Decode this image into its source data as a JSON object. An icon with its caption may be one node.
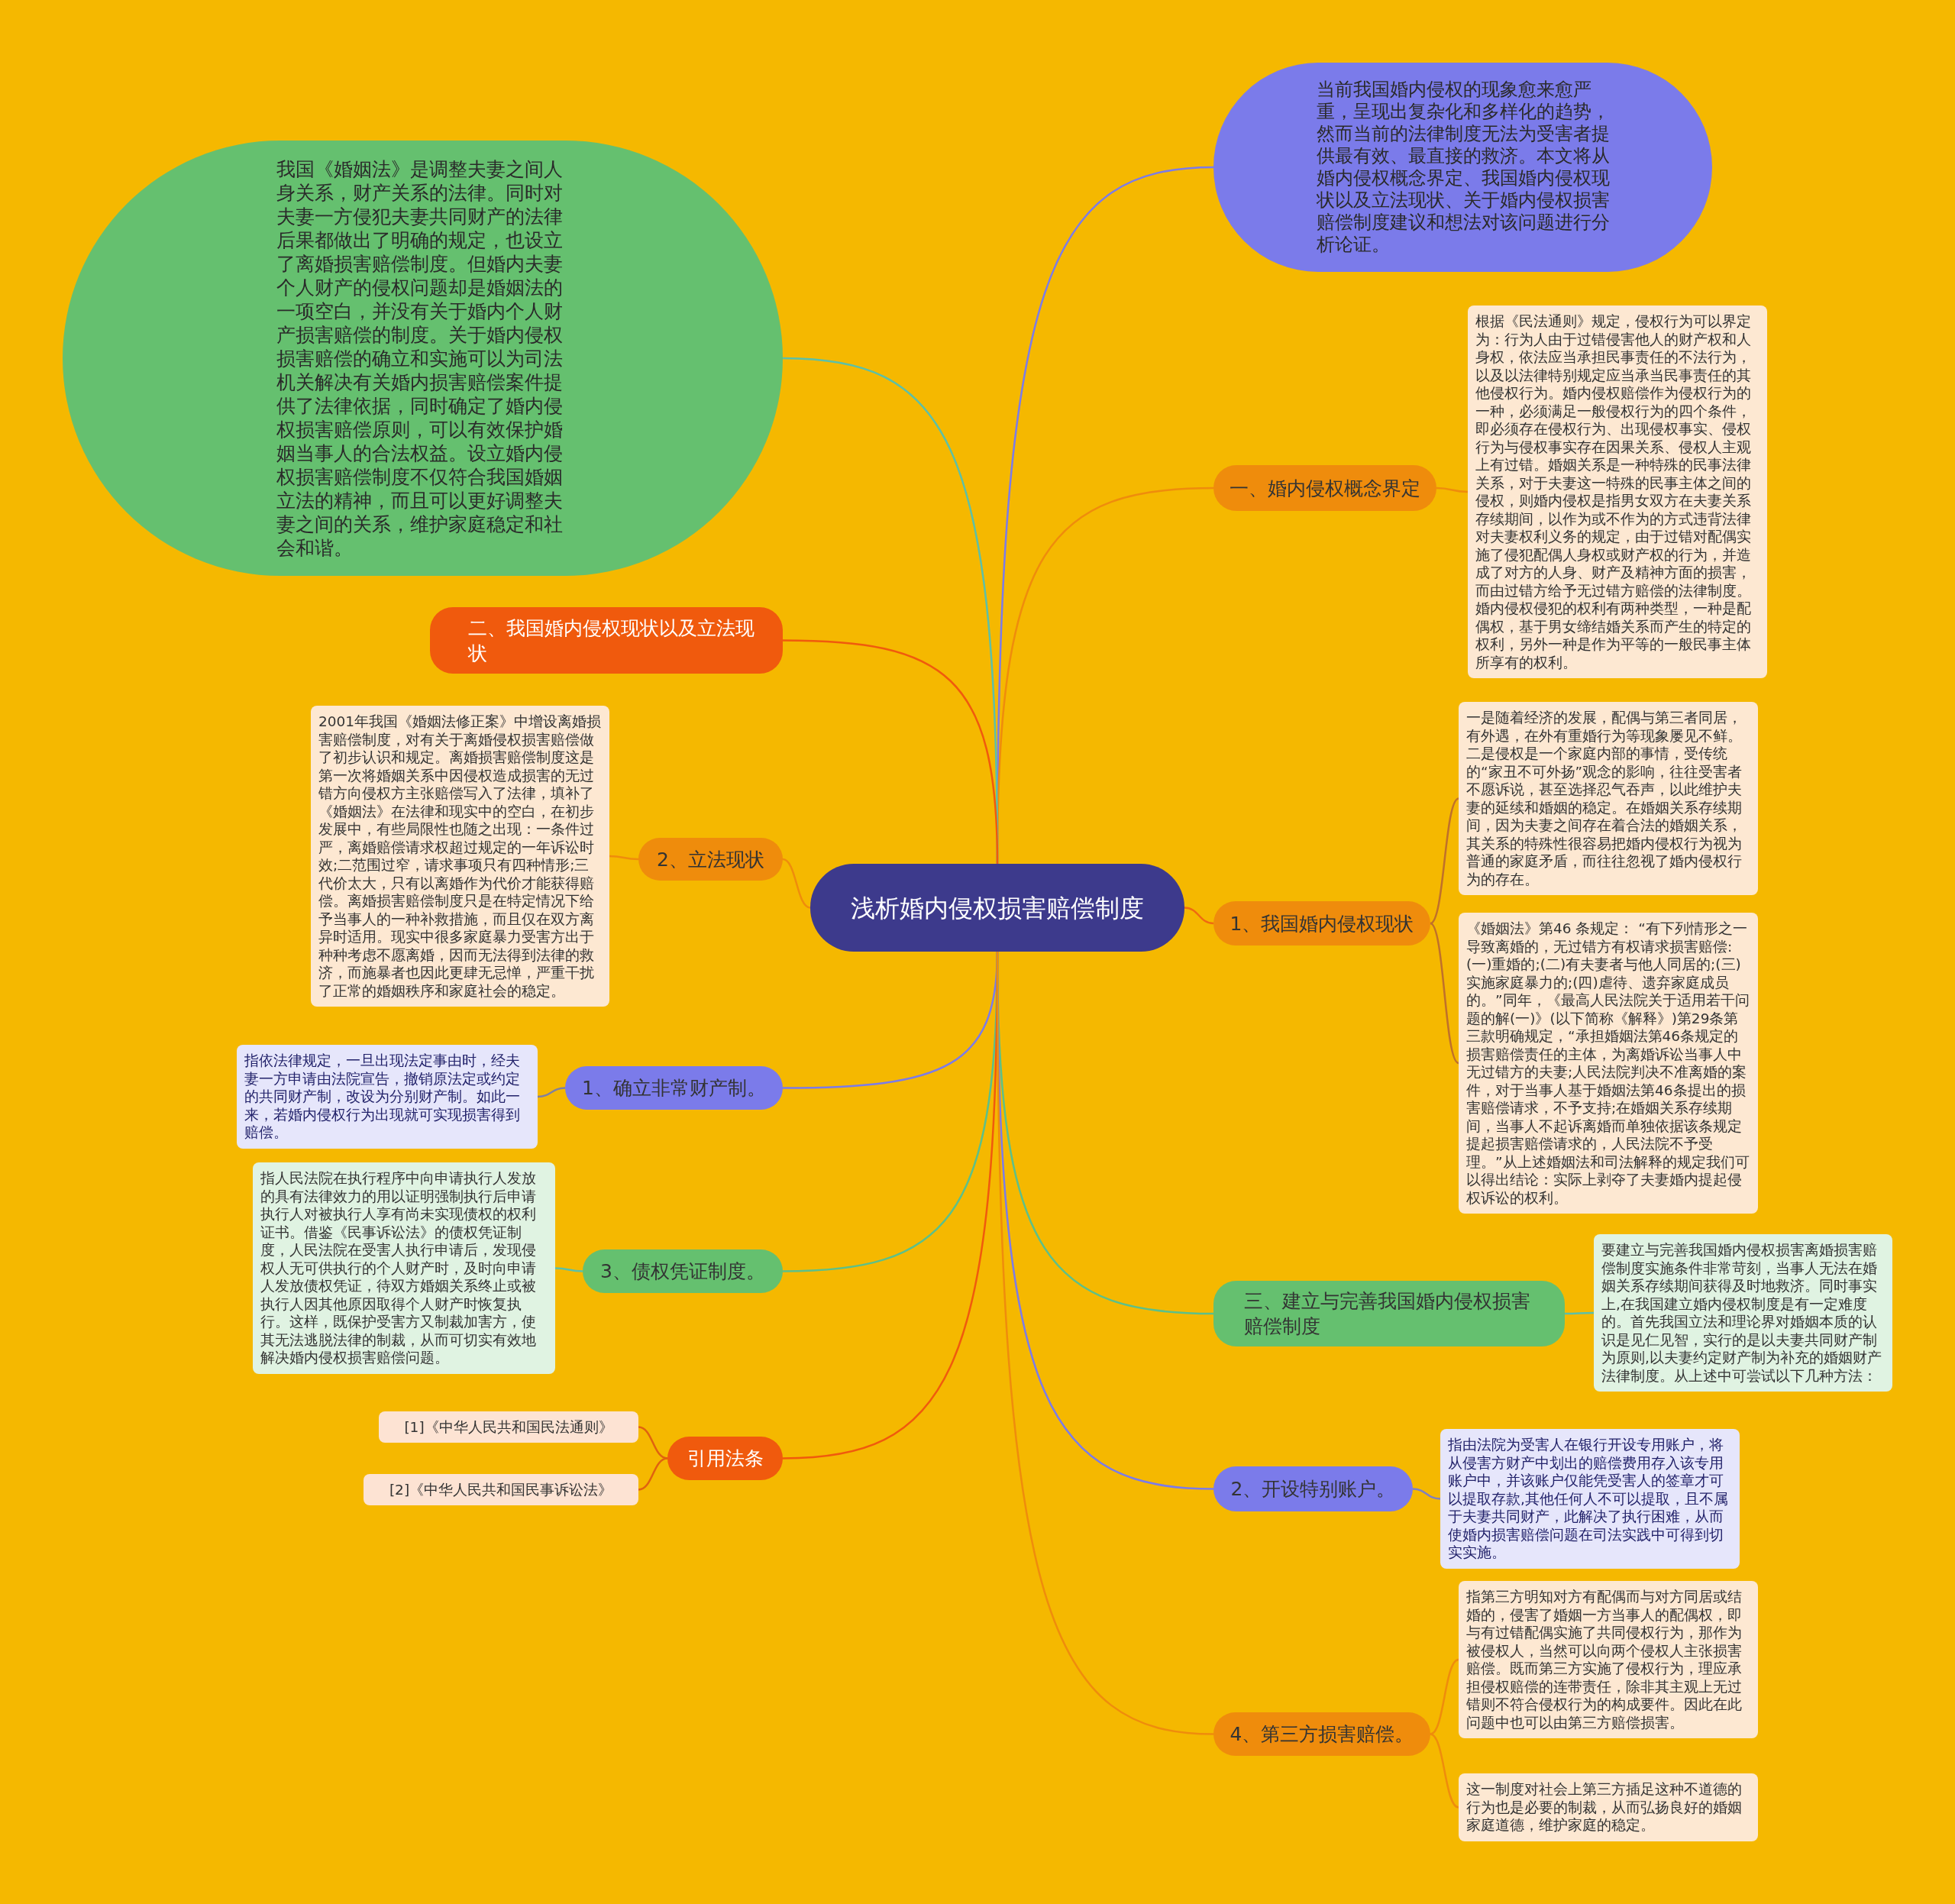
{
  "diagram": {
    "nodes": [
      {
        "text": [
          "浅析婚内侵权损害赔偿制度"
        ]
      },
      {
        "text": [
          "当前我国婚内侵权的现象愈来愈严重，呈现出复杂化和多样化的趋势，然而当前的法律制度无法为受害者提供最有效、最直接的救济。本文将从婚内侵权概念界定、我国婚内侵权现状以及立法现状、关于婚内侵权损害赔偿制度建议和想法对该问题进行分析论证。"
        ]
      },
      {
        "text": [
          "一、婚内侵权概念界定"
        ]
      },
      {
        "text": [
          "根据《民法通则》规定，侵权行为可以界定为：行为人由于过错侵害他人的财产权和人身权，依法应当承担民事责任的不法行为，以及以法律特别规定应当承当民事责任的其他侵权行为。婚内侵权赔偿作为侵权行为的一种，必须满足一般侵权行为的四个条件，即必须存在侵权行为、出现侵权事实、侵权行为与侵权事实存在因果关系、侵权人主观上有过错。婚姻关系是一种特殊的民事法律关系，对于夫妻这一特殊的民事主体之间的侵权，则婚内侵权是指男女双方在夫妻关系存续期间，以作为或不作为的方式违背法律对夫妻权利义务的规定，由于过错对配偶实施了侵犯配偶人身权或财产权的行为，并造成了对方的人身、财产及精神方面的损害，而由过错方给予无过错方赔偿的法律制度。婚内侵权侵犯的权利有两种类型，一种是配偶权，基于男女缔结婚关系而产生的特定的权利，另外一种是作为平等的一般民事主体所享有的权利。"
        ]
      },
      {
        "text": [
          "我国《婚姻法》是调整夫妻之间人身关系，财产关系的法律。同时对夫妻一方侵犯夫妻共同财产的法律后果都做出了明确的规定，也设立了离婚损害赔偿制度。但婚内夫妻个人财产的侵权问题却是婚姻法的一项空白，并没有关于婚内个人财产损害赔偿的制度。关于婚内侵权损害赔偿的确立和实施可以为司法机关解决有关婚内损害赔偿案件提供了法律依据，同时确定了婚内侵权损害赔偿原则，可以有效保护婚姻当事人的合法权益。设立婚内侵权损害赔偿制度不仅符合我国婚姻立法的精神，而且可以更好调整夫妻之间的关系，维护家庭稳定和社会和谐。"
        ]
      },
      {
        "text": [
          "二、我国婚内侵权现状以及立法现状"
        ]
      },
      {
        "text": [
          "2、立法现状"
        ]
      },
      {
        "text": [
          "2001年我国《婚姻法修正案》中增设离婚损害赔偿制度，对有关于离婚侵权损害赔偿做了初步认识和规定。离婚损害赔偿制度这是第一次将婚姻关系中因侵权造成损害的无过错方向侵权方主张赔偿写入了法律，填补了《婚姻法》在法律和现实中的空白，在初步发展中，有些局限性也随之出现：一条件过严，离婚赔偿请求权超过规定的一年诉讼时效;二范围过窄，请求事项只有四种情形;三代价太大，只有以离婚作为代价才能获得赔偿。离婚损害赔偿制度只是在特定情况下给予当事人的一种补救措施，而且仅在双方离异时适用。现实中很多家庭暴力受害方出于种种考虑不愿离婚，因而无法得到法律的救济，而施暴者也因此更肆无忌惮，严重干扰了正常的婚姻秩序和家庭社会的稳定。"
        ]
      },
      {
        "text": [
          "1、确立非常财产制。"
        ]
      },
      {
        "text": [
          "指依法律规定，一旦出现法定事由时，经夫妻一方申请由法院宣告，撤销原法定或约定的共同财产制，改设为分别财产制。如此一来，若婚内侵权行为出现就可实现损害得到赔偿。"
        ]
      },
      {
        "text": [
          "3、债权凭证制度。"
        ]
      },
      {
        "text": [
          "指人民法院在执行程序中向申请执行人发放的具有法律效力的用以证明强制执行后申请执行人对被执行人享有尚未实现债权的权利证书。借鉴《民事诉讼法》的债权凭证制度，人民法院在受害人执行申请后，发现侵权人无可供执行的个人财产时，及时向申请人发放债权凭证，待双方婚姻关系终止或被执行人因其他原因取得个人财产时恢复执行。这样，既保护受害方又制裁加害方，使其无法逃脱法律的制裁，从而可切实有效地解决婚内侵权损害赔偿问题。"
        ]
      },
      {
        "text": [
          "引用法条"
        ]
      },
      {
        "text": [
          "[1]《中华人民共和国民法通则》"
        ]
      },
      {
        "text": [
          "[2]《中华人民共和国民事诉讼法》"
        ]
      },
      {
        "text": [
          "1、我国婚内侵权现状"
        ]
      },
      {
        "text": [
          "一是随着经济的发展，配偶与第三者同居，有外遇，在外有重婚行为等现象屡见不鲜。二是侵权是一个家庭内部的事情，受传统的“家丑不可外扬”观念的影响，往往受害者不愿诉说，甚至选择忍气吞声，以此维护夫妻的延续和婚姻的稳定。在婚姻关系存续期间，因为夫妻之间存在着合法的婚姻关系，其关系的特殊性很容易把婚内侵权行为视为普通的家庭矛盾，而往往忽视了婚内侵权行为的存在。"
        ]
      },
      {
        "text": [
          "《婚姻法》第46 条规定： “有下列情形之一导致离婚的，无过错方有权请求损害赔偿:(一)重婚的;(二)有夫妻者与他人同居的;(三)实施家庭暴力的;(四)虐待、遗弃家庭成员的。”同年，《最高人民法院关于适用若干问题的解(一)》(以下简称《解释》)第29条第三款明确规定，“承担婚姻法第46条规定的损害赔偿责任的主体，为离婚诉讼当事人中无过错方的夫妻;人民法院判决不准离婚的案件，对于当事人基于婚姻法第46条提出的损害赔偿请求，不予支持;在婚姻关系存续期间，当事人不起诉离婚而单独依据该条规定提起损害赔偿请求的，人民法院不予受理。”从上述婚姻法和司法解释的规定我们可以得出结论：实际上剥夺了夫妻婚内提起侵权诉讼的权利。"
        ]
      },
      {
        "text": [
          "三、建立与完善我国婚内侵权损害赔偿制度"
        ]
      },
      {
        "text": [
          "要建立与完善我国婚内侵权损害离婚损害赔偿制度实施条件非常苛刻，当事人无法在婚姻关系存续期间获得及时地救济。同时事实上,在我国建立婚内侵权制度是有一定难度的。首先我国立法和理论界对婚姻本质的认识是见仁见智，实行的是以夫妻共同财产制为原则,以夫妻约定财产制为补充的婚姻财产法律制度。从上述中可尝试以下几种方法："
        ]
      },
      {
        "text": [
          "2、开设特别账户。"
        ]
      },
      {
        "text": [
          "指由法院为受害人在银行开设专用账户，将从侵害方财产中划出的赔偿费用存入该专用账户中，并该账户仅能凭受害人的签章才可以提取存款,其他任何人不可以提取，且不属于夫妻共同财产，此解决了执行困难，从而使婚内损害赔偿问题在司法实践中可得到切实实施。"
        ]
      },
      {
        "text": [
          "4、第三方损害赔偿。"
        ]
      },
      {
        "text": [
          "指第三方明知对方有配偶而与对方同居或结婚的，侵害了婚姻一方当事人的配偶权，即与有过错配偶实施了共同侵权行为，那作为被侵权人，当然可以向两个侵权人主张损害赔偿。既而第三方实施了侵权行为，理应承担侵权赔偿的连带责任，除非其主观上无过错则不符合侵权行为的构成要件。因此在此问题中也可以由第三方赔偿损害。"
        ]
      },
      {
        "text": [
          "这一制度对社会上第三方插足这种不道德的行为也是必要的制裁，从而弘扬良好的婚姻家庭道德，维护家庭的稳定。"
        ]
      }
    ],
    "edges": [
      {
        "from": 0,
        "to": 1,
        "arrow": "none",
        "color": "#7b7bea"
      },
      {
        "from": 0,
        "to": 2,
        "arrow": "none",
        "color": "#ef8c0c"
      },
      {
        "from": 2,
        "to": 3,
        "arrow": "none",
        "color": "#ef8c0c"
      },
      {
        "from": 0,
        "to": 4,
        "arrow": "none",
        "color": "#5cc0a8"
      },
      {
        "from": 0,
        "to": 5,
        "arrow": "none",
        "color": "#f05a0d"
      },
      {
        "from": 0,
        "to": 6,
        "arrow": "none",
        "color": "#ef8c0c"
      },
      {
        "from": 6,
        "to": 7,
        "arrow": "none",
        "color": "#ef8c0c"
      },
      {
        "from": 0,
        "to": 15,
        "arrow": "none",
        "color": "#ef6a10"
      },
      {
        "from": 15,
        "to": 16,
        "arrow": "none",
        "color": "#c0702a"
      },
      {
        "from": 15,
        "to": 17,
        "arrow": "none",
        "color": "#c0702a"
      },
      {
        "from": 0,
        "to": 8,
        "arrow": "none",
        "color": "#7b7bea"
      },
      {
        "from": 8,
        "to": 9,
        "arrow": "none",
        "color": "#8080a0"
      },
      {
        "from": 0,
        "to": 18,
        "arrow": "none",
        "color": "#5cc08a"
      },
      {
        "from": 18,
        "to": 19,
        "arrow": "none",
        "color": "#5cc0a8"
      },
      {
        "from": 0,
        "to": 10,
        "arrow": "none",
        "color": "#5cc08a"
      },
      {
        "from": 10,
        "to": 11,
        "arrow": "none",
        "color": "#5cc0a8"
      },
      {
        "from": 0,
        "to": 20,
        "arrow": "none",
        "color": "#7b7bea"
      },
      {
        "from": 20,
        "to": 21,
        "arrow": "none",
        "color": "#8080c0"
      },
      {
        "from": 0,
        "to": 12,
        "arrow": "none",
        "color": "#f05a0d"
      },
      {
        "from": 12,
        "to": 13,
        "arrow": "none",
        "color": "#e0620f"
      },
      {
        "from": 12,
        "to": 14,
        "arrow": "none",
        "color": "#e0620f"
      },
      {
        "from": 0,
        "to": 22,
        "arrow": "none",
        "color": "#ef8c0c"
      },
      {
        "from": 22,
        "to": 23,
        "arrow": "none",
        "color": "#ef8c0c"
      },
      {
        "from": 22,
        "to": 24,
        "arrow": "none",
        "color": "#ef8c0c"
      }
    ]
  }
}
